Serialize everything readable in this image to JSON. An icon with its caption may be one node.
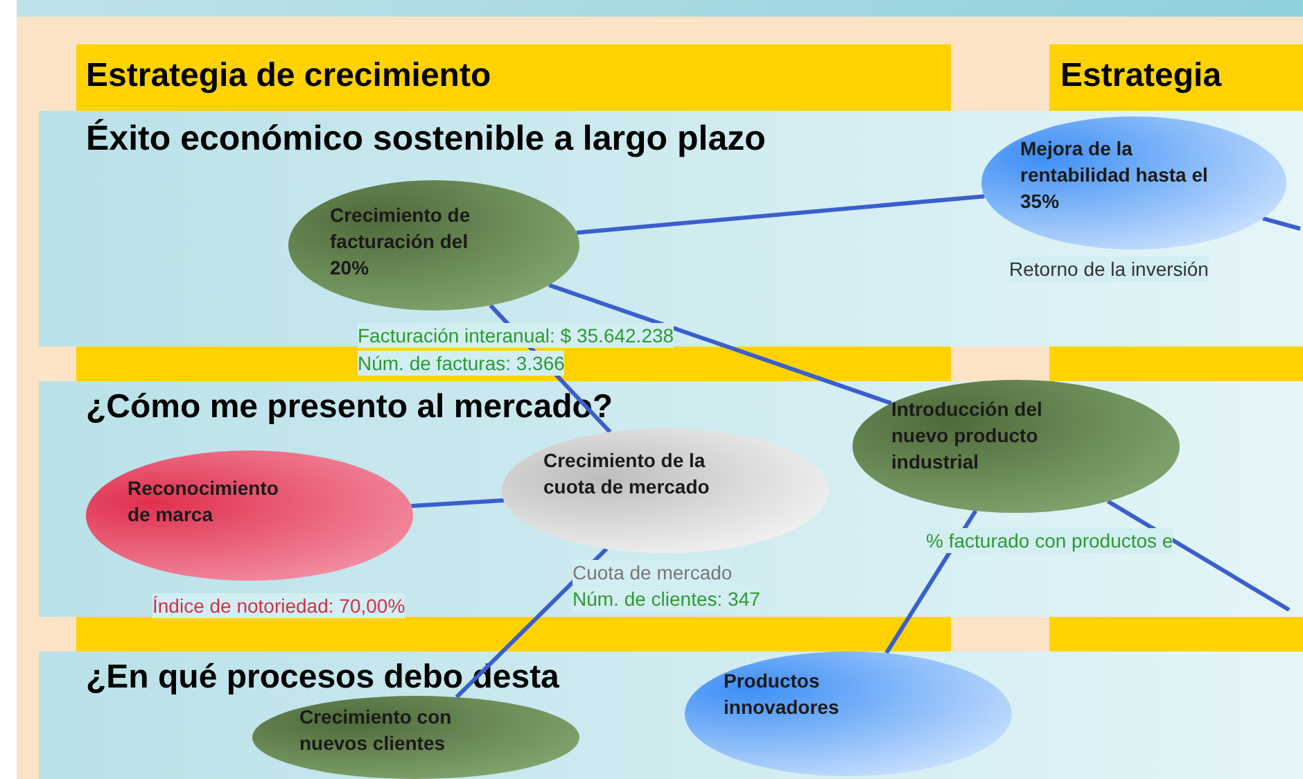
{
  "diagram": {
    "nodes": [
      {
        "text": [
          "Crecimiento de facturación del 20%"
        ],
        "beside": [
          "Facturación interanual: $ 35.642.238",
          "Núm. de facturas: 3.366"
        ]
      },
      {
        "text": [
          "Mejora de la rentabilidad hasta el 35%"
        ],
        "beside": [
          "Retorno de la inversión"
        ]
      },
      {
        "text": [
          "Reconocimiento de marca"
        ],
        "beside": [
          "Índice de notoriedad: 70,00%"
        ]
      },
      {
        "text": [
          "Crecimiento de la cuota de mercado"
        ],
        "beside": [
          "Cuota de mercado",
          "Núm. de clientes: 347"
        ]
      },
      {
        "text": [
          "Introducción del nuevo producto industrial"
        ],
        "beside": [
          "% facturado con productos e"
        ]
      },
      {
        "text": [
          "Productos innovadores"
        ]
      },
      {
        "text": [
          "Crecimiento con nuevos clientes"
        ]
      }
    ],
    "edges": [
      {
        "from": 0,
        "to": 1,
        "arrow": "none"
      },
      {
        "from": 1,
        "to": null,
        "arrow": "none"
      },
      {
        "from": 0,
        "to": 3,
        "arrow": "none"
      },
      {
        "from": 0,
        "to": 4,
        "arrow": "none"
      },
      {
        "from": 3,
        "to": 2,
        "arrow": "none"
      },
      {
        "from": 3,
        "to": 6,
        "arrow": "none"
      },
      {
        "from": 4,
        "to": 5,
        "arrow": "none"
      },
      {
        "from": 4,
        "to": null,
        "arrow": "none"
      }
    ],
    "labels": [
      "Estrategia de crecimiento",
      "Estrategia",
      "Éxito económico sostenible a largo plazo",
      "¿Cómo me presento al mercado?",
      "¿En qué procesos debo desta"
    ]
  }
}
